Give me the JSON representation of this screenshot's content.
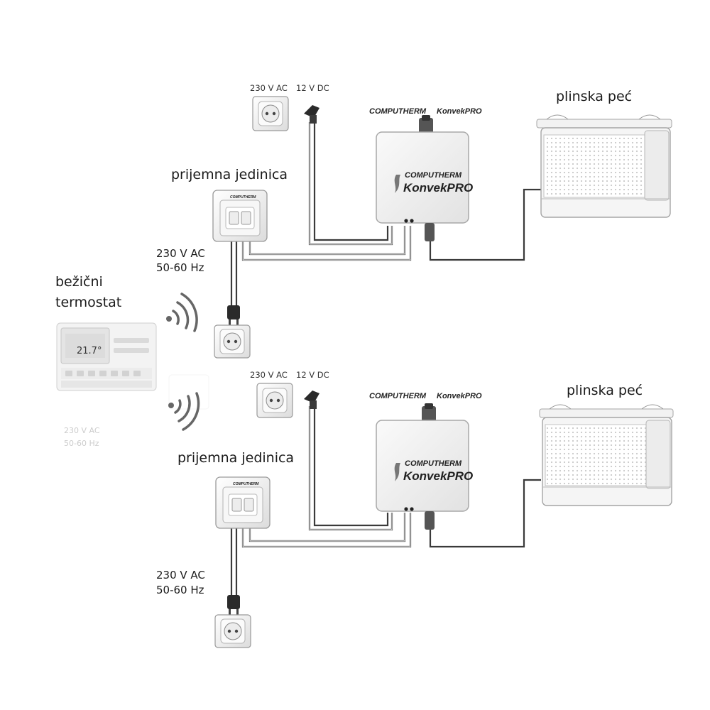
{
  "wireless_thermostat": {
    "label_line1": "bežični",
    "label_line2": "termostat",
    "display_reading": "21.7°",
    "faded_text_line1": "230 V AC",
    "faded_text_line2": "50-60 Hz"
  },
  "systems": [
    {
      "socket_label_ac": "230 V AC",
      "socket_label_dc": "12 V DC",
      "brand_header": "COMPUTHERM",
      "model_header": "KonvekPRO",
      "device_brand": "COMPUTHERM",
      "device_model": "KonvekPRO",
      "receiver_label": "prijemna jedinica",
      "receiver_brand": "COMPUTHERM",
      "mains_line1": "230 V AC",
      "mains_line2": "50-60 Hz",
      "heater_label": "plinska peć"
    },
    {
      "socket_label_ac": "230 V AC",
      "socket_label_dc": "12 V DC",
      "brand_header": "COMPUTHERM",
      "model_header": "KonvekPRO",
      "device_brand": "COMPUTHERM",
      "device_model": "KonvekPRO",
      "receiver_label": "prijemna jedinica",
      "receiver_brand": "COMPUTHERM",
      "mains_line1": "230 V AC",
      "mains_line2": "50-60 Hz",
      "heater_label": "plinska peć"
    }
  ]
}
